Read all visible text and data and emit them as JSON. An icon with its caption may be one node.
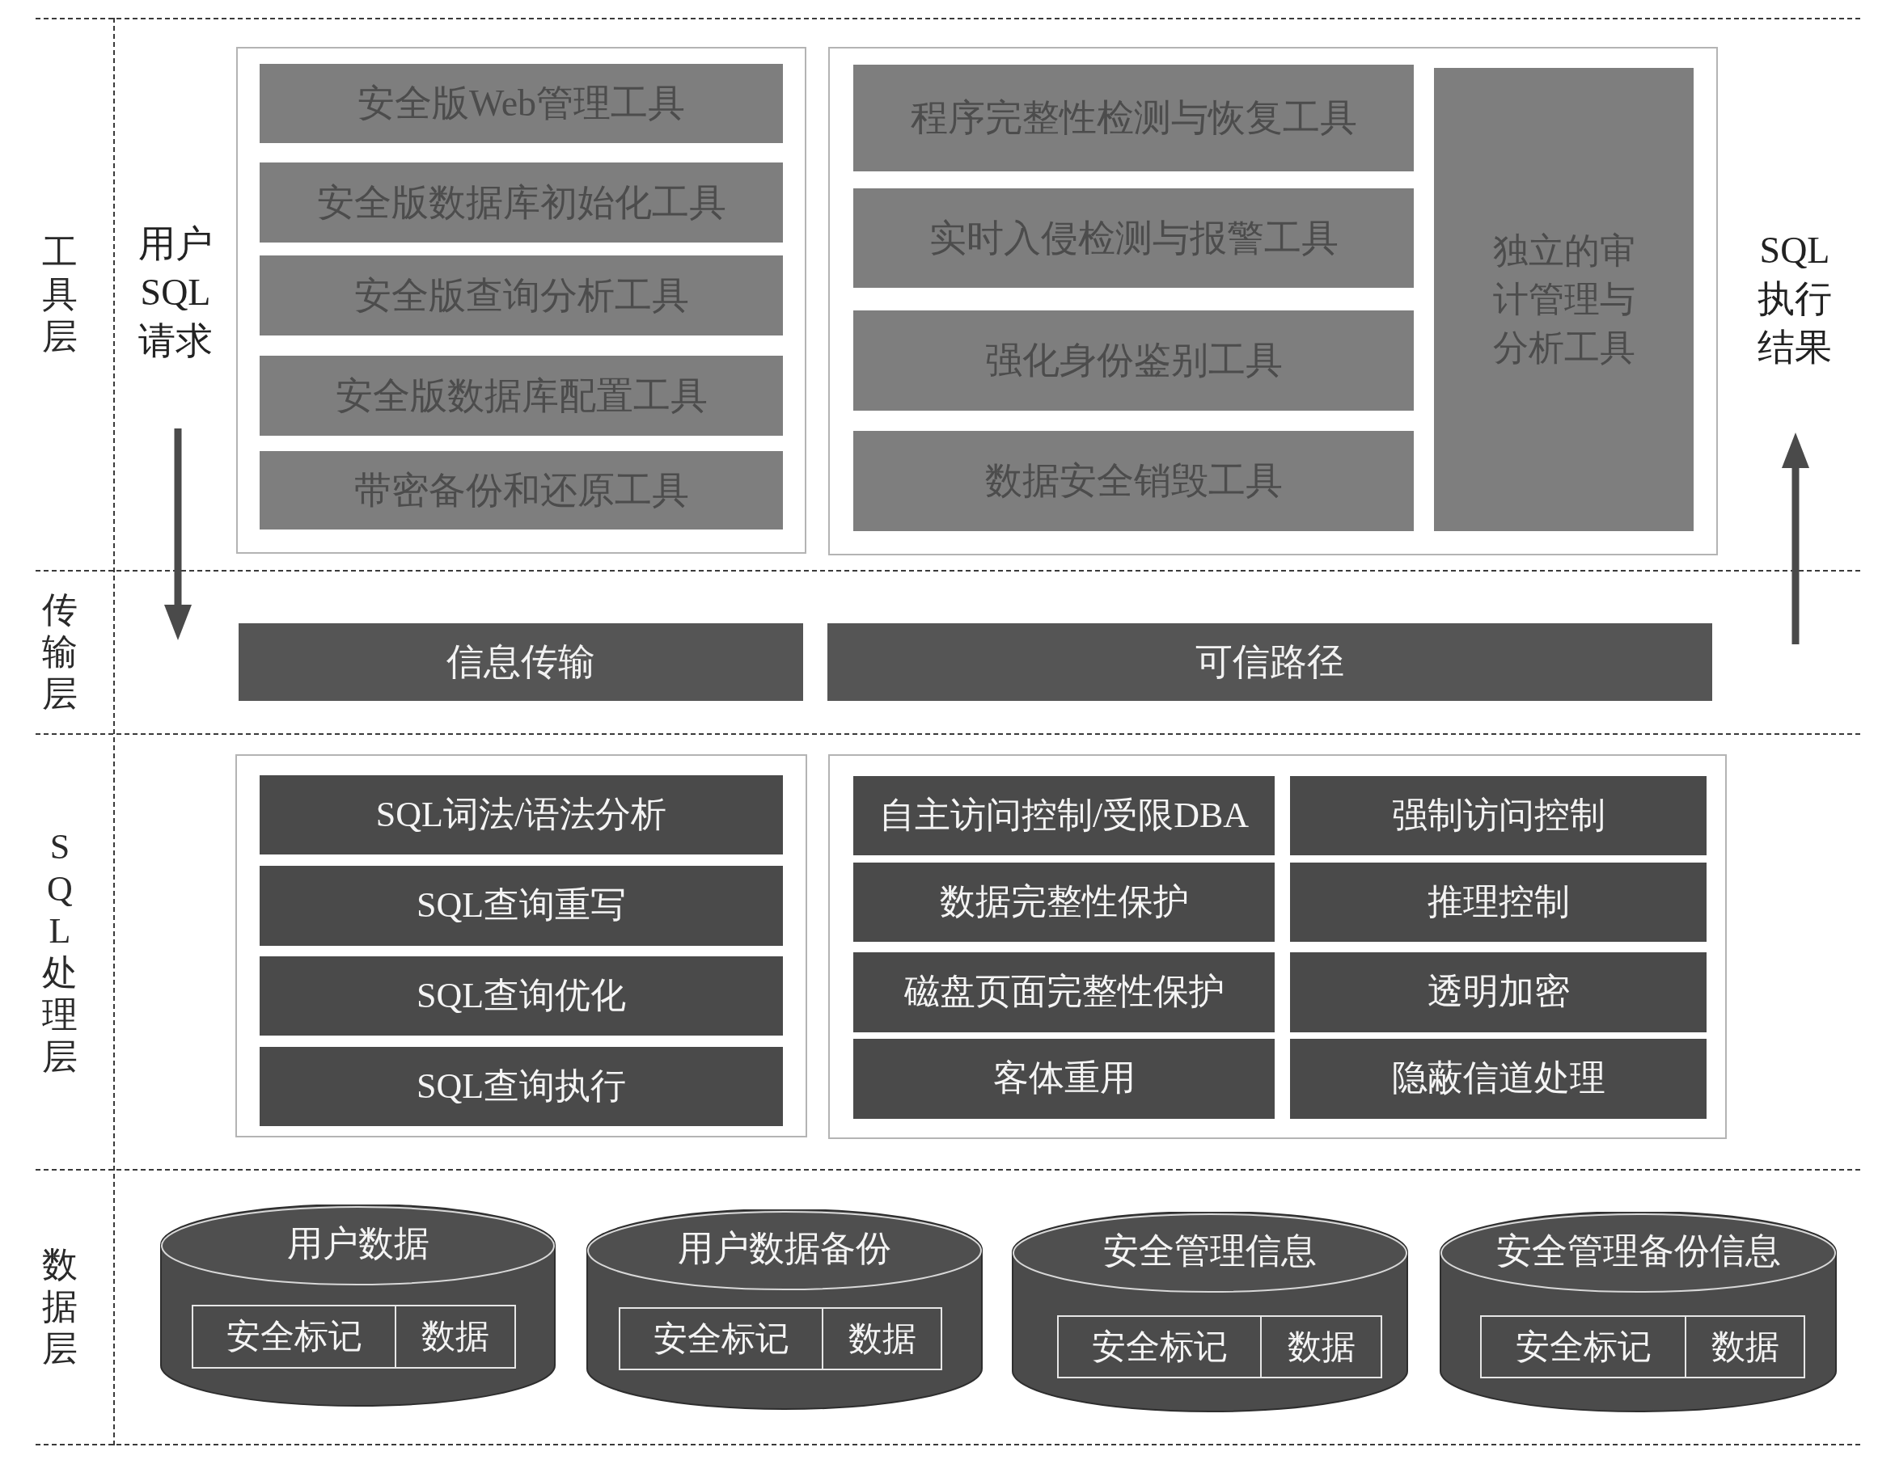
{
  "diagram": {
    "nodes": [
      {
        "text": [
          "工具层"
        ]
      },
      {
        "text": [],
        "shape": "box",
        "in": 0
      },
      {
        "text": [
          "安全版Web管理工具"
        ],
        "in": 1
      },
      {
        "text": [
          "安全版数据库初始化工具"
        ],
        "in": 1
      },
      {
        "text": [
          "安全版查询分析工具"
        ],
        "in": 1
      },
      {
        "text": [
          "安全版数据库配置工具"
        ],
        "in": 1
      },
      {
        "text": [
          "带密备份和还原工具"
        ],
        "in": 1
      },
      {
        "text": [],
        "shape": "box",
        "in": 0
      },
      {
        "text": [
          "程序完整性检测与恢复工具"
        ],
        "in": 7
      },
      {
        "text": [
          "实时入侵检测与报警工具"
        ],
        "in": 7
      },
      {
        "text": [
          "强化身份鉴别工具"
        ],
        "in": 7
      },
      {
        "text": [
          "数据安全销毁工具"
        ],
        "in": 7
      },
      {
        "text": [
          "独立的审计管理与分析工具"
        ],
        "in": 7
      },
      {
        "text": [
          "传输层"
        ]
      },
      {
        "text": [
          "信息传输"
        ],
        "in": 13
      },
      {
        "text": [
          "可信路径"
        ],
        "in": 13
      },
      {
        "text": [
          "SQL处理层"
        ]
      },
      {
        "text": [],
        "shape": "box",
        "in": 16
      },
      {
        "text": [
          "SQL词法/语法分析"
        ],
        "in": 17
      },
      {
        "text": [
          "SQL查询重写"
        ],
        "in": 17
      },
      {
        "text": [
          "SQL查询优化"
        ],
        "in": 17
      },
      {
        "text": [
          "SQL查询执行"
        ],
        "in": 17
      },
      {
        "text": [],
        "shape": "box",
        "in": 16
      },
      {
        "text": [
          "自主访问控制/受限DBA"
        ],
        "in": 22
      },
      {
        "text": [
          "强制访问控制"
        ],
        "in": 22
      },
      {
        "text": [
          "数据完整性保护"
        ],
        "in": 22
      },
      {
        "text": [
          "推理控制"
        ],
        "in": 22
      },
      {
        "text": [
          "磁盘页面完整性保护"
        ],
        "in": 22
      },
      {
        "text": [
          "透明加密"
        ],
        "in": 22
      },
      {
        "text": [
          "客体重用"
        ],
        "in": 22
      },
      {
        "text": [
          "隐蔽信道处理"
        ],
        "in": 22
      },
      {
        "text": [
          "数据层"
        ]
      },
      {
        "text": [
          "用户数据"
        ],
        "in": 31
      },
      {
        "text": [
          "安全标记"
        ],
        "in": 32
      },
      {
        "text": [
          "数据"
        ],
        "in": 32
      },
      {
        "text": [
          "用户数据备份"
        ],
        "in": 31
      },
      {
        "text": [
          "安全标记"
        ],
        "in": 35
      },
      {
        "text": [
          "数据"
        ],
        "in": 35
      },
      {
        "text": [
          "安全管理信息"
        ],
        "in": 31
      },
      {
        "text": [
          "安全标记"
        ],
        "in": 38
      },
      {
        "text": [
          "数据"
        ],
        "in": 38
      },
      {
        "text": [
          "安全管理备份信息"
        ],
        "in": 31
      },
      {
        "text": [
          "安全标记"
        ],
        "in": 41
      },
      {
        "text": [
          "数据"
        ],
        "in": 41
      }
    ],
    "labels": [
      "用户SQL请求",
      "SQL执行结果"
    ]
  }
}
